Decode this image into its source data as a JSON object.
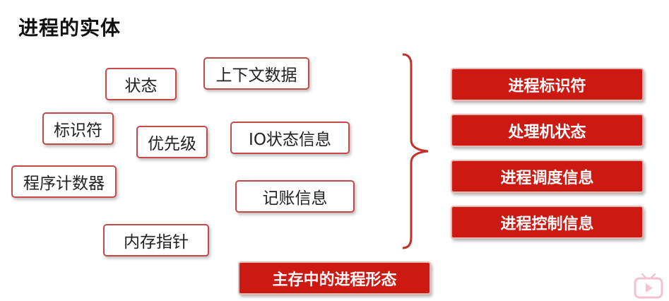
{
  "title": "进程的实体",
  "elements": [
    "状态",
    "上下文数据",
    "标识符",
    "优先级",
    "IO状态信息",
    "程序计数器",
    "记账信息",
    "内存指针"
  ],
  "categories": [
    "进程标识符",
    "处理机状态",
    "进程调度信息",
    "进程控制信息"
  ],
  "bottom_label": "主存中的进程形态",
  "colors": {
    "accent_red": "#cc1a12",
    "tag_border": "#c44a4a"
  }
}
